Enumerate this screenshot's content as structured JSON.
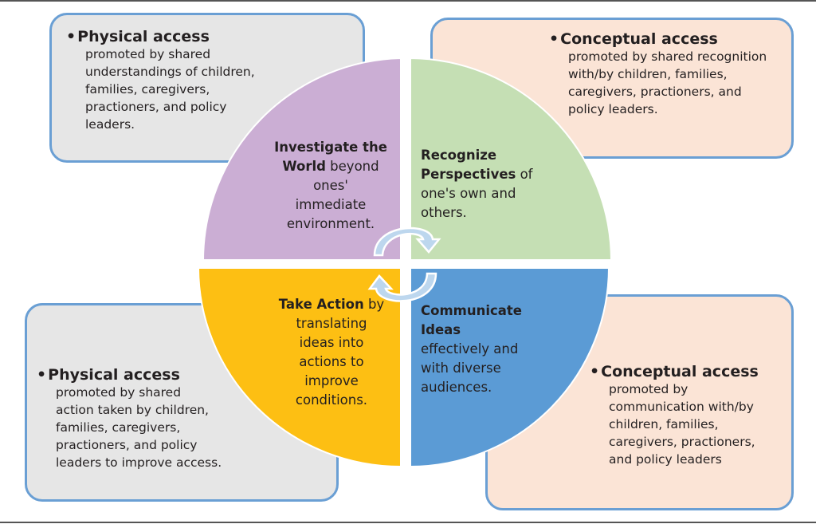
{
  "boxes": {
    "top_left": {
      "heading": "Physical access",
      "lines": [
        "promoted by shared",
        "understandings of children,",
        "families, caregivers,",
        "practioners, and policy",
        "leaders."
      ]
    },
    "top_right": {
      "heading": "Conceptual access",
      "lines": [
        "promoted by shared recognition",
        "with/by children, families,",
        "caregivers, practioners, and",
        "policy leaders."
      ]
    },
    "bottom_left": {
      "heading": "Physical access",
      "lines": [
        "promoted by shared",
        "action taken by children,",
        "families, caregivers,",
        "practioners, and policy",
        "leaders to improve access."
      ]
    },
    "bottom_right": {
      "heading": "Conceptual access",
      "lines": [
        "promoted by",
        "communication with/by",
        "children, families,",
        "caregivers, practioners,",
        "and policy leaders"
      ]
    }
  },
  "quadrants": {
    "investigate": {
      "bold1": "Investigate the",
      "bold2": "World",
      "rest2": " beyond",
      "lines": [
        "ones'",
        "immediate",
        "environment."
      ],
      "color": "#cbaed4"
    },
    "recognize": {
      "bold1": "Recognize",
      "bold2": "Perspectives",
      "rest2": " of",
      "lines": [
        "one's own and",
        "others."
      ],
      "color": "#c5dfb4"
    },
    "take_action": {
      "bold1": "Take Action",
      "rest1": " by",
      "lines": [
        "translating",
        "ideas into",
        "actions to",
        "improve",
        "conditions."
      ],
      "color": "#fdbf13"
    },
    "communicate": {
      "bold1": "Communicate",
      "bold2": "Ideas",
      "lines": [
        "effectively and",
        "with diverse",
        "audiences."
      ],
      "color": "#5b9bd5"
    }
  },
  "colors": {
    "box_border": "#6a9fd4",
    "box_gray": "#e6e6e6",
    "box_peach": "#fbe4d6",
    "arrow_fill": "#bdd7ee"
  },
  "bullet": "•"
}
